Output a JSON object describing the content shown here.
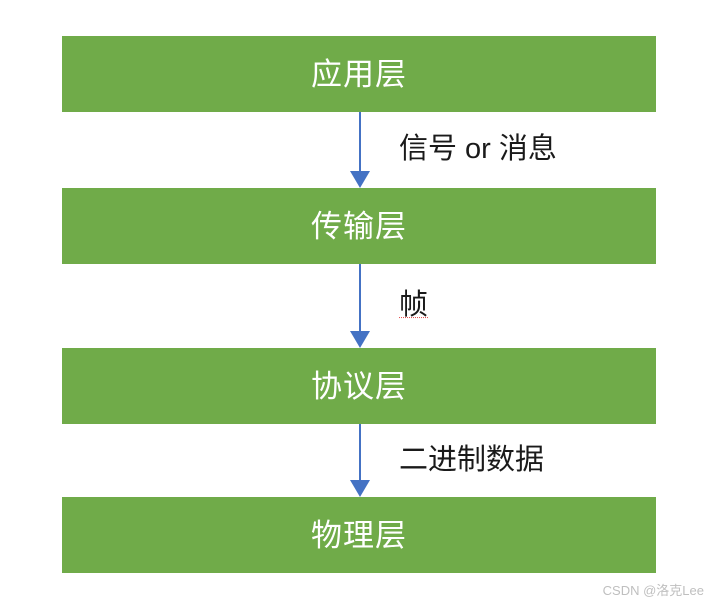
{
  "diagram": {
    "type": "vertical-flowchart",
    "background_color": "#ffffff",
    "box_color": "#70AB49",
    "box_text_color": "#ffffff",
    "arrow_color": "#4472C4",
    "edge_label_color": "#1a1a1a",
    "layers": [
      {
        "label": "应用层"
      },
      {
        "label": "传输层"
      },
      {
        "label": "协议层"
      },
      {
        "label": "物理层"
      }
    ],
    "connectors": [
      {
        "label": "信号 or 消息",
        "icon": "down-arrow-icon",
        "misspelled": false
      },
      {
        "label": "帧",
        "icon": "down-arrow-icon",
        "misspelled": true
      },
      {
        "label": "二进制数据",
        "icon": "down-arrow-icon",
        "misspelled": false
      }
    ]
  },
  "watermark": {
    "text": "CSDN @洛克Lee"
  }
}
